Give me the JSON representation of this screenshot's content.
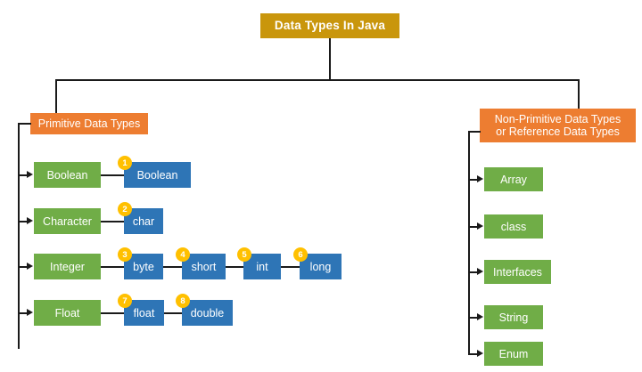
{
  "diagram": {
    "title": "Data Types In Java",
    "branches": {
      "primitive": {
        "header": "Primitive Data Types",
        "groups": [
          {
            "name": "Boolean",
            "types": [
              {
                "badge": "1",
                "label": "Boolean"
              }
            ]
          },
          {
            "name": "Character",
            "types": [
              {
                "badge": "2",
                "label": "char"
              }
            ]
          },
          {
            "name": "Integer",
            "types": [
              {
                "badge": "3",
                "label": "byte"
              },
              {
                "badge": "4",
                "label": "short"
              },
              {
                "badge": "5",
                "label": "int"
              },
              {
                "badge": "6",
                "label": "long"
              }
            ]
          },
          {
            "name": "Float",
            "types": [
              {
                "badge": "7",
                "label": "float"
              },
              {
                "badge": "8",
                "label": "double"
              }
            ]
          }
        ]
      },
      "non_primitive": {
        "header_line1": "Non-Primitive Data Types",
        "header_line2": "or Reference Data Types",
        "items": [
          {
            "label": "Array"
          },
          {
            "label": "class"
          },
          {
            "label": "Interfaces"
          },
          {
            "label": "String"
          },
          {
            "label": "Enum"
          }
        ]
      }
    },
    "colors": {
      "title_box": "#C9960C",
      "header_box": "#ED7D31",
      "group_box": "#70AD47",
      "type_box": "#2E75B6",
      "badge": "#FFC000",
      "connector": "#1a1a1a",
      "background": "#ffffff"
    }
  }
}
